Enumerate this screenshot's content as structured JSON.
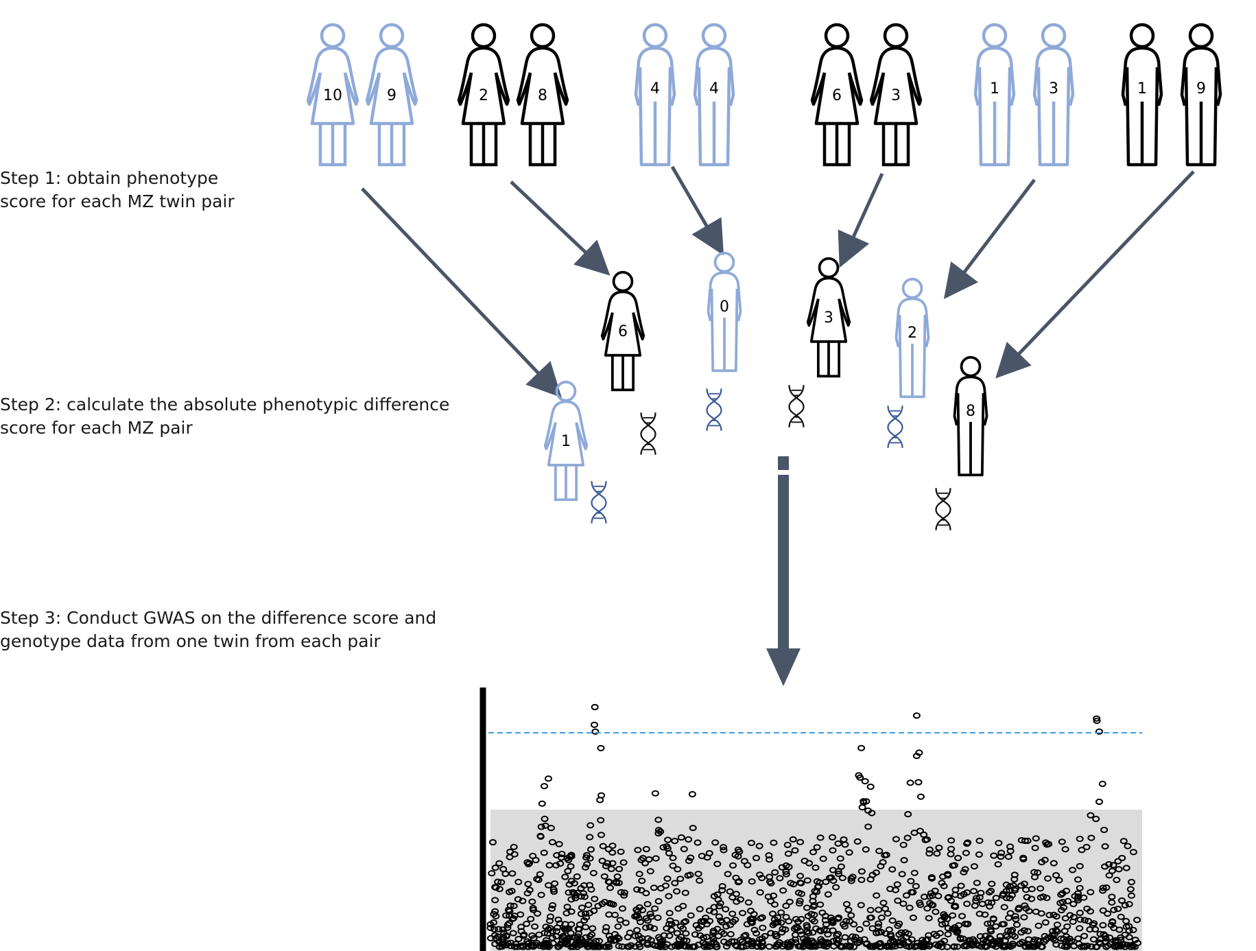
{
  "steps": [
    {
      "line1": "Step 1: obtain phenotype",
      "line2": "score for each MZ twin pair"
    },
    {
      "line1": "Step 2: calculate the absolute phenotypic difference",
      "line2": "score for each MZ pair"
    },
    {
      "line1": "Step 3: Conduct GWAS on the difference score and",
      "line2": "genotype data from one twin from each pair"
    }
  ],
  "colors": {
    "blue": "#8faad8",
    "black": "#000000",
    "arrow": "#4a5568",
    "threshold": "#3a9ee8",
    "dna_blue": "#3b5a95"
  },
  "twin_pairs": [
    {
      "sex": "female",
      "color": "blue",
      "scores": [
        "10",
        "9"
      ],
      "difference": "1"
    },
    {
      "sex": "female",
      "color": "black",
      "scores": [
        "2",
        "8"
      ],
      "difference": "6"
    },
    {
      "sex": "male",
      "color": "blue",
      "scores": [
        "4",
        "4"
      ],
      "difference": "0"
    },
    {
      "sex": "female",
      "color": "black",
      "scores": [
        "6",
        "3"
      ],
      "difference": "3"
    },
    {
      "sex": "male",
      "color": "blue",
      "scores": [
        "1",
        "3"
      ],
      "difference": "2"
    },
    {
      "sex": "male",
      "color": "black",
      "scores": [
        "1",
        "9"
      ],
      "difference": "8"
    }
  ],
  "icons": [
    "female-figure-icon",
    "male-figure-icon",
    "dna-icon",
    "arrow-icon"
  ]
}
